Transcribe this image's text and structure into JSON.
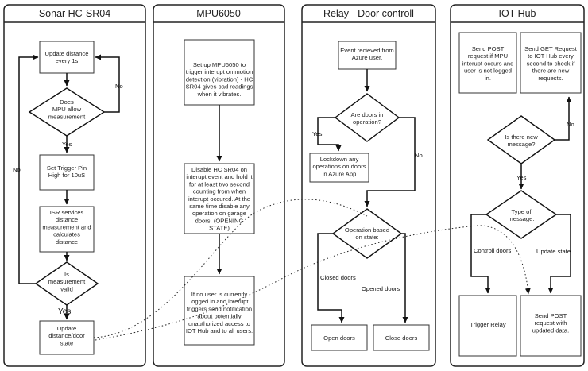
{
  "lanes": [
    {
      "title": "Sonar HC-SR04"
    },
    {
      "title": "MPU6050"
    },
    {
      "title": "Relay - Door controll"
    },
    {
      "title": "IOT Hub"
    }
  ],
  "sonar": {
    "update_distance": [
      "Update distance",
      "every 1s"
    ],
    "mpu_allow": [
      "Does",
      "MPU allow",
      "measurement"
    ],
    "trigger_pin": [
      "Set Trigger Pin",
      "High for 10uS"
    ],
    "isr": [
      "ISR services",
      "distance",
      "measurement and",
      "calculates",
      "distance"
    ],
    "measurement_valid": [
      "Is",
      "measurement",
      "valid"
    ],
    "update_door_state": [
      "Update",
      "distance/door",
      "state"
    ],
    "no_top": "No",
    "yes_mid": "Yes",
    "no_left": "No",
    "yes_bottom": "Yes"
  },
  "mpu": {
    "setup": [
      "Set up MPU6050 to",
      "trigger interupt on motion",
      "detection (vibration) - HC",
      "SR04 gives bad readings",
      "when it vibrates."
    ],
    "disable": [
      "Disable HC SR04 on",
      "interupt event and hold it",
      "for at least two second",
      "counting from when",
      "interupt occured. At the",
      "same time disable any",
      "operation on garage",
      "doors. (OPENING",
      "STATE)"
    ],
    "notify": [
      "If no user is currently",
      "logged in and interupt",
      "triggers send notification",
      "about potentially",
      "unauthorized access to",
      "IOT Hub and to all users."
    ]
  },
  "relay": {
    "event": [
      "Event recieved from",
      "Azure user."
    ],
    "doors_in_op": [
      "Are doors in",
      "operation?"
    ],
    "lockdown": [
      "Lockdown any",
      "operations on doors",
      "in Azure App"
    ],
    "operation_based": [
      "Operation based",
      "on state:"
    ],
    "open_doors": "Open doors",
    "close_doors": "Close doors",
    "yes": "Yes",
    "no": "No",
    "closed_doors_label": "Closed doors",
    "opened_doors_label": "Opened doors"
  },
  "iot": {
    "send_post_mpu": [
      "Send POST",
      "request if MPU",
      "interupt occurs and",
      "user is not logged",
      "in."
    ],
    "send_get": [
      "Send GET Request",
      "to IOT Hub every",
      "second to check if",
      "there are new",
      "requests."
    ],
    "new_message": [
      "Is there new",
      "message?"
    ],
    "type_message": [
      "Type of",
      "message:"
    ],
    "trigger_relay": "Trigger Relay",
    "send_post_update": [
      "Send POST",
      "request with",
      "updated data."
    ],
    "no": "No",
    "yes": "Yes",
    "controll_doors": "Controll doors",
    "update_state": "Update state"
  }
}
